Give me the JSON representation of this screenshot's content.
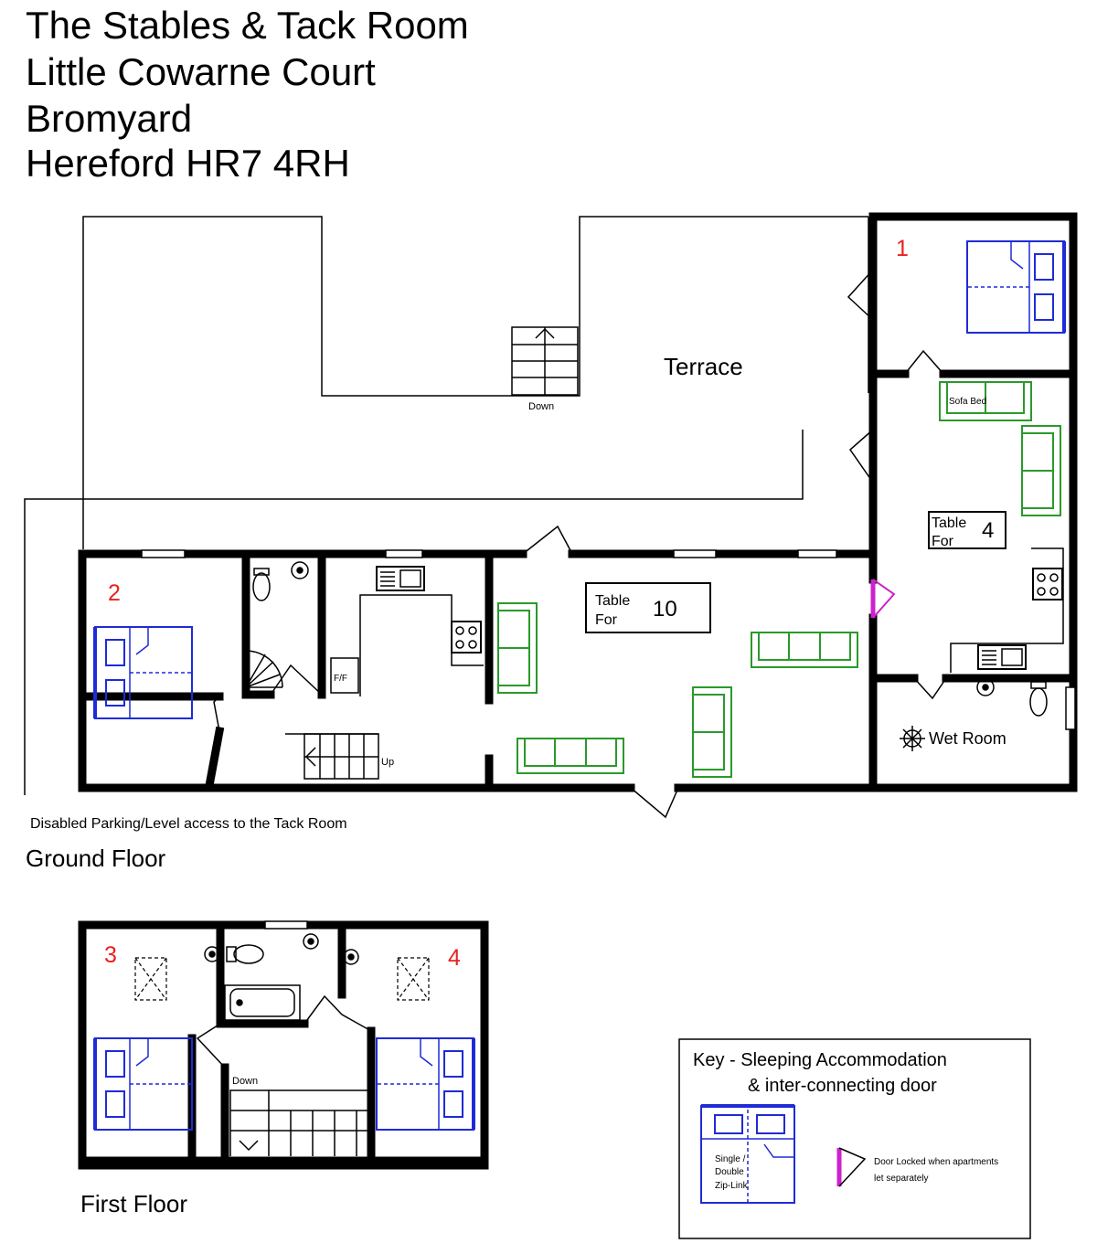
{
  "address": {
    "line1": "The Stables & Tack Room",
    "line2": "Little Cowarne Court",
    "line3": "Bromyard",
    "line4": "Hereford  HR7 4RH"
  },
  "ground_floor": {
    "caption": "Ground Floor",
    "terrace": "Terrace",
    "down": "Down",
    "up": "Up",
    "ff": "F/F",
    "sofa_bed": "Sofa Bed",
    "wet_room": "Wet Room",
    "table_small": {
      "line1": "Table",
      "line2": "For",
      "count": "4"
    },
    "table_large": {
      "line1": "Table",
      "line2": "For",
      "count": "10"
    },
    "bedroom_1": "1",
    "bedroom_2": "2",
    "parking_note": "Disabled Parking/Level access to the Tack Room"
  },
  "first_floor": {
    "caption": "First Floor",
    "down": "Down",
    "bedroom_3": "3",
    "bedroom_4": "4"
  },
  "key": {
    "title1": "Key - Sleeping Accommodation",
    "title2": "& inter-connecting door",
    "bed_line1": "Single /",
    "bed_line2": "Double",
    "bed_line3": "Zip-Link",
    "door_line1": "Door Locked when apartments",
    "door_line2": "let separately"
  },
  "colors": {
    "wall": "#000000",
    "bed": "#1f2bd6",
    "sofa": "#2a9a2a",
    "room_number": "#e8211f",
    "locked_door": "#cc22cc"
  }
}
